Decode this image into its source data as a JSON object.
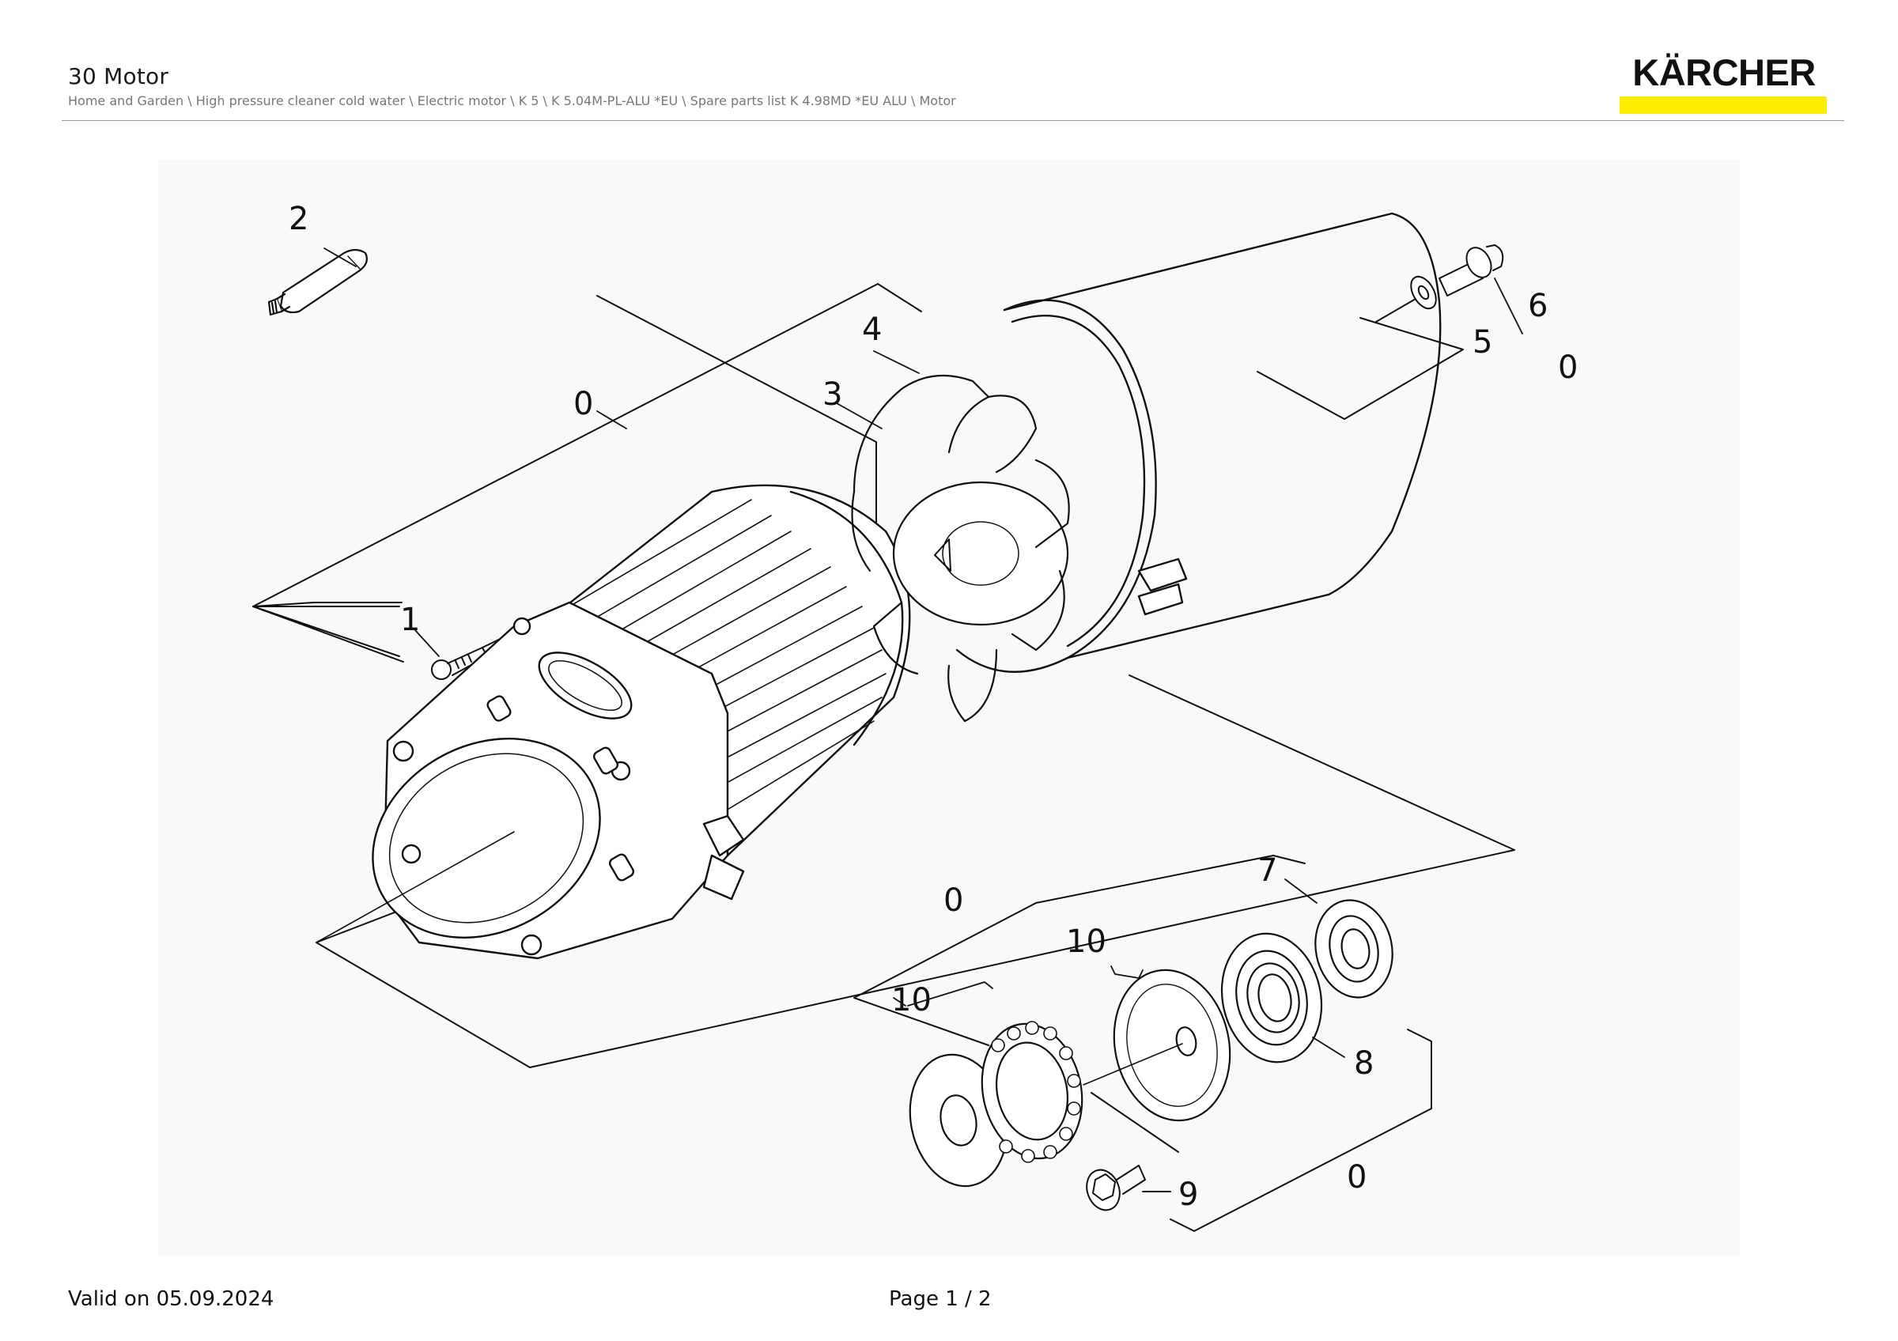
{
  "header": {
    "title": "30 Motor",
    "breadcrumb": "Home and Garden \\ High pressure cleaner cold water \\ Electric motor \\ K 5 \\ K 5.04M-PL-ALU *EU \\ Spare parts list K 4.98MD *EU ALU \\ Motor",
    "logo_text": "KÄRCHER",
    "logo_bar_color": "#ffed00"
  },
  "drawing": {
    "callouts": [
      "0",
      "1",
      "2",
      "3",
      "4",
      "5",
      "6",
      "0",
      "7",
      "10",
      "0",
      "10",
      "8",
      "9",
      "0"
    ]
  },
  "footer": {
    "valid_on": "Valid on 05.09.2024",
    "page": "Page 1 / 2"
  }
}
